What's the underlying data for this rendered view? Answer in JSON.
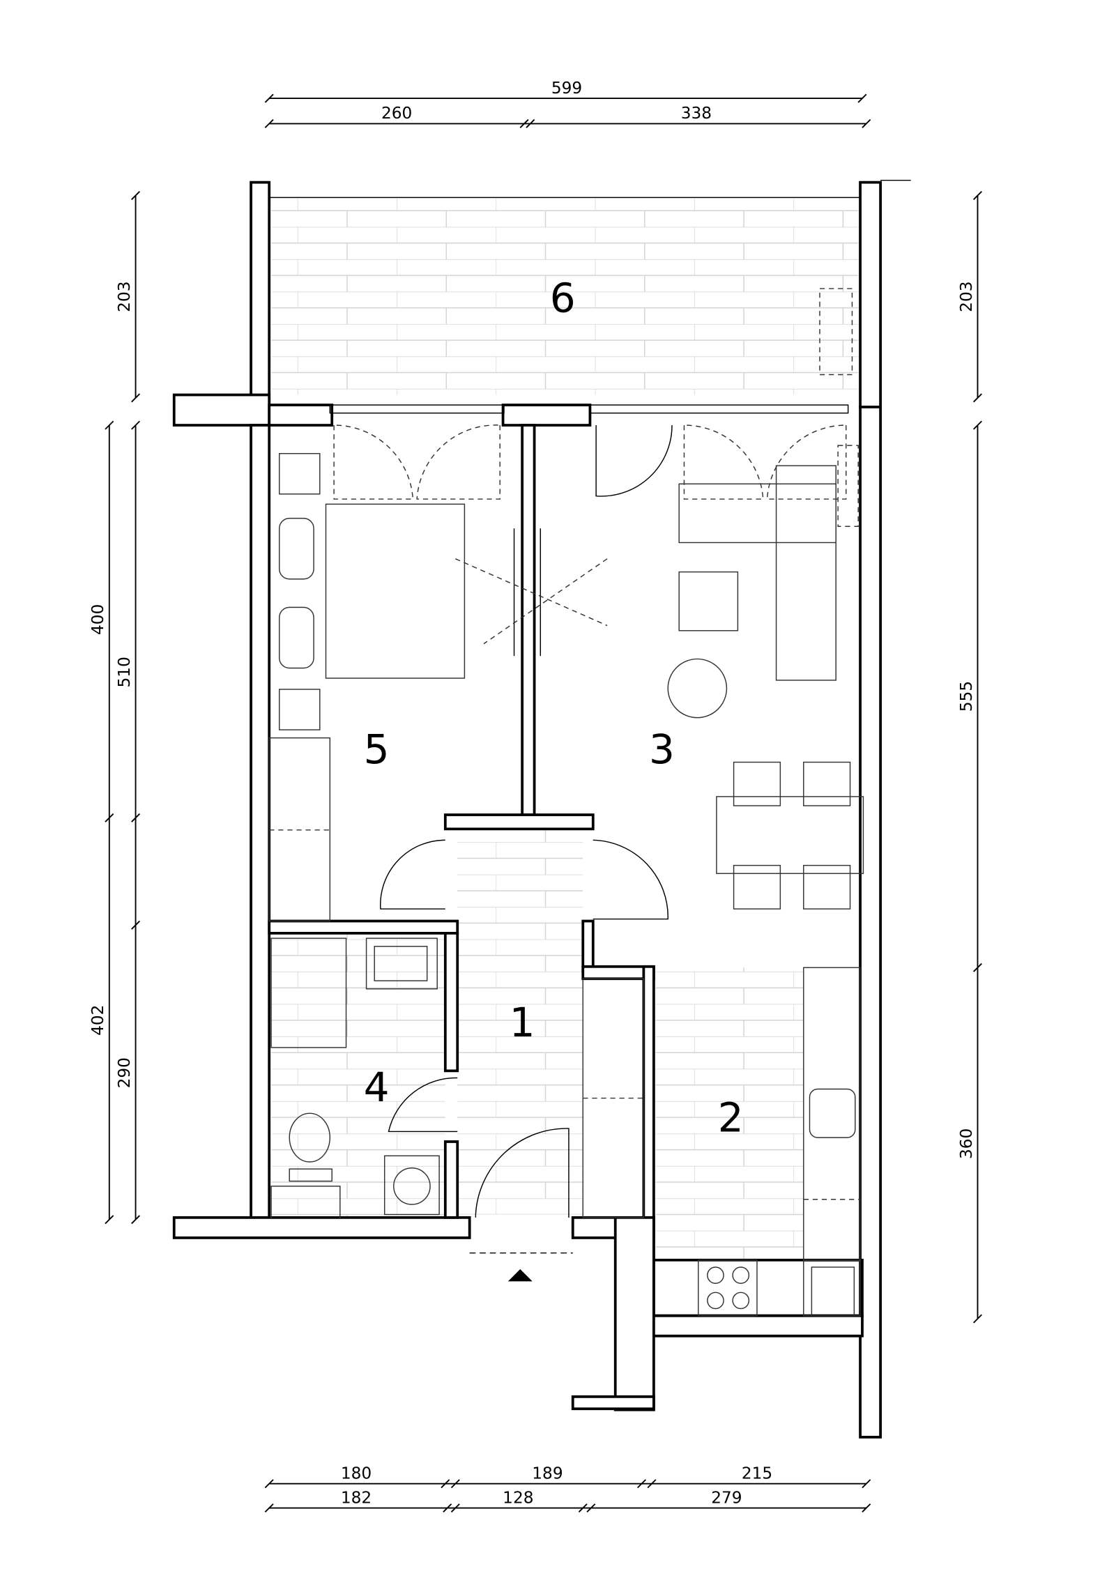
{
  "rooms": [
    "1",
    "2",
    "3",
    "4",
    "5",
    "6"
  ],
  "dimensions": {
    "top_total": "599",
    "top_left": "260",
    "top_right": "338",
    "left_outer_top": "203",
    "left_outer_mid": "400",
    "left_outer_bottom": "402",
    "left_inner_mid": "510",
    "left_inner_bottom": "290",
    "right_top": "203",
    "right_mid": "555",
    "right_bottom": "360",
    "bottom_row1": [
      "180",
      "189",
      "215"
    ],
    "bottom_row2": [
      "182",
      "128",
      "279"
    ]
  }
}
